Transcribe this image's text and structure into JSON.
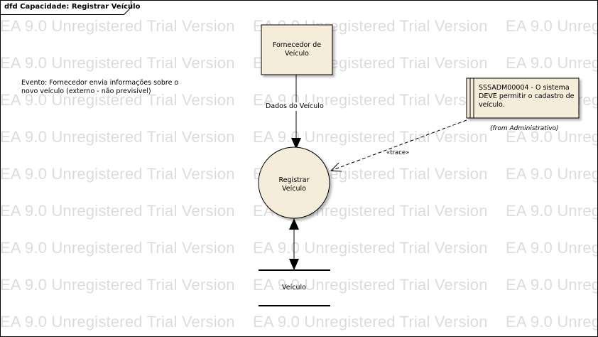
{
  "frame": {
    "title": "dfd Capacidade: Registrar Veículo"
  },
  "watermark": {
    "text": "EA 9.0 Unregistered Trial Version",
    "color": "#dcdcdc"
  },
  "external_entity": {
    "label": "Fornecedor de Veículo",
    "fill": "#f5ecd9"
  },
  "event_note": {
    "text": "Evento: Fornecedor envia informações sobre o novo veículo (externo - não previsível)"
  },
  "flow_in": {
    "label": "Dados do Veículo"
  },
  "process": {
    "label": "Registrar Veículo",
    "fill": "#f5ecd9"
  },
  "requirement": {
    "text": "SSSADM00004 - O sistema DEVE permitir o cadastro de veículo.",
    "from": "(from Administrativo)",
    "fill": "#f5ecd9"
  },
  "trace": {
    "label": "«trace»"
  },
  "data_store": {
    "label": "Veículo"
  }
}
